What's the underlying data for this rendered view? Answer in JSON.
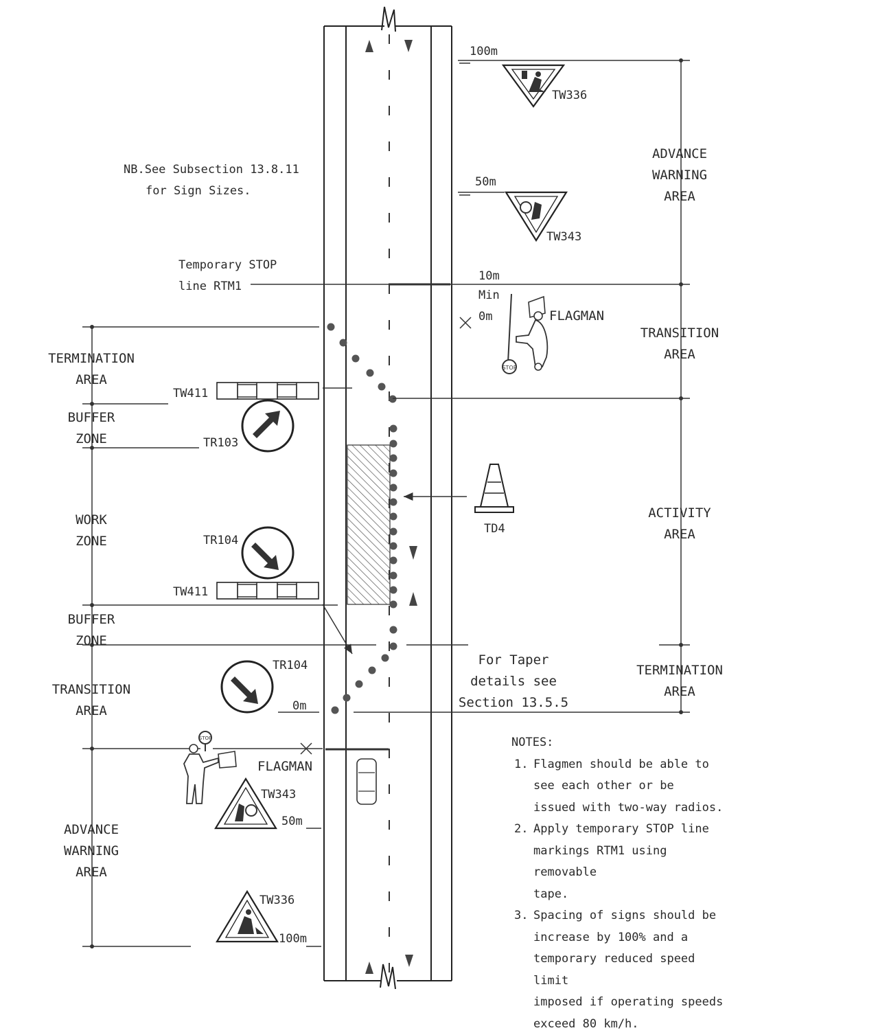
{
  "note_nb": [
    "NB.See Subsection 13.8.11",
    "for Sign Sizes."
  ],
  "stop_line_label": [
    "Temporary STOP",
    "line RTM1"
  ],
  "right_zones": {
    "advance_warning": [
      "ADVANCE",
      "WARNING",
      "AREA"
    ],
    "transition": [
      "TRANSITION",
      "AREA"
    ],
    "activity": [
      "ACTIVITY",
      "AREA"
    ],
    "termination": [
      "TERMINATION",
      "AREA"
    ]
  },
  "left_zones": {
    "termination": [
      "TERMINATION",
      "AREA"
    ],
    "buffer_top": [
      "BUFFER",
      "ZONE"
    ],
    "work": [
      "WORK",
      "ZONE"
    ],
    "buffer_bottom": [
      "BUFFER",
      "ZONE"
    ],
    "transition": [
      "TRANSITION",
      "AREA"
    ],
    "advance_warning": [
      "ADVANCE",
      "WARNING",
      "AREA"
    ]
  },
  "signs": {
    "tw336_top": "TW336",
    "tw343_top": "TW343",
    "tw411_top": "TW411",
    "tr103": "TR103",
    "tr104_mid": "TR104",
    "tw411_bottom": "TW411",
    "tr104_bottom": "TR104",
    "tw343_bottom": "TW343",
    "tw336_bottom": "TW336",
    "td4": "TD4"
  },
  "distances": {
    "d100_top": "100m",
    "d50_top": "50m",
    "d10_min": [
      "10m",
      "Min"
    ],
    "d0_top": "0m",
    "d0_bottom": "0m",
    "d50_bottom": "50m",
    "d100_bottom": "100m"
  },
  "flagman_top": "FLAGMAN",
  "flagman_bottom": "FLAGMAN",
  "taper_note": [
    "For Taper",
    "details see",
    "Section 13.5.5"
  ],
  "notes": {
    "title": "NOTES:",
    "items": [
      {
        "no": "1.",
        "lines": [
          "Flagmen should be able to",
          "see each other or be",
          "issued with two-way radios."
        ]
      },
      {
        "no": "2.",
        "lines": [
          "Apply temporary STOP line",
          "markings RTM1 using removable",
          "tape."
        ]
      },
      {
        "no": "3.",
        "lines": [
          "Spacing of signs should be",
          "increase by 100% and a",
          "temporary reduced speed limit",
          "imposed if operating speeds",
          "exceed 80 km/h."
        ]
      }
    ]
  }
}
